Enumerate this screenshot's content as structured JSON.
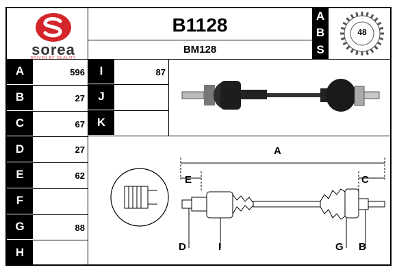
{
  "brand": {
    "name": "sorea",
    "tagline": "DRIVEN BY QUALITY"
  },
  "header": {
    "part_number": "B1128",
    "ref_code": "BM128"
  },
  "abs": {
    "letters": [
      "A",
      "B",
      "S"
    ],
    "gear_teeth": "48"
  },
  "dimensions_left": [
    {
      "letter": "A",
      "value": "596"
    },
    {
      "letter": "B",
      "value": "27"
    },
    {
      "letter": "C",
      "value": "67"
    },
    {
      "letter": "D",
      "value": "27"
    },
    {
      "letter": "E",
      "value": "62"
    },
    {
      "letter": "F",
      "value": ""
    },
    {
      "letter": "G",
      "value": "88"
    },
    {
      "letter": "H",
      "value": ""
    }
  ],
  "dimensions_right": [
    {
      "letter": "I",
      "value": "87"
    },
    {
      "letter": "J",
      "value": ""
    },
    {
      "letter": "K",
      "value": ""
    }
  ],
  "diagram_labels": {
    "A": "A",
    "E": "E",
    "C": "C",
    "D": "D",
    "I": "I",
    "G": "G",
    "B": "B"
  }
}
